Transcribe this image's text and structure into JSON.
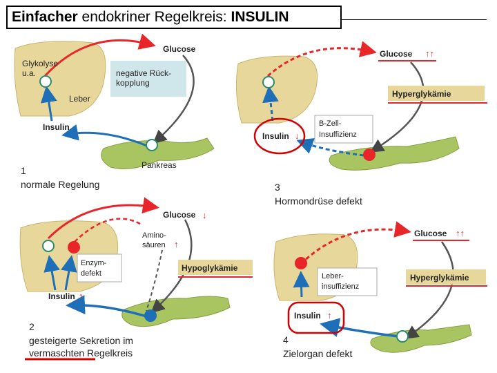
{
  "title": {
    "bold1": "Einfacher",
    "normal": " endokriner Regelkreis: ",
    "bold2": "INSULIN"
  },
  "panel1": {
    "number": "1",
    "caption": "normale Regelung",
    "glucose": "Glucose",
    "organ_label_1": "Glykolyse",
    "organ_label_2": "u.a.",
    "feedback_1": "negative Rück-",
    "feedback_2": "kopplung",
    "liver": "Leber",
    "insulin": "Insulin",
    "pancreas": "Pankreas"
  },
  "panel2": {
    "number": "2",
    "caption_1": "gesteigerte Sekretion im",
    "caption_2": "vermaschten Regelkreis",
    "glucose": "Glucose",
    "amino_1": "Amino-",
    "amino_2": "säuren",
    "enzyme_1": "Enzym-",
    "enzyme_2": "defekt",
    "state": "Hypoglykämie",
    "insulin": "Insulin"
  },
  "panel3": {
    "number": "3",
    "caption": "Hormondrüse defekt",
    "glucose": "Glucose",
    "state": "Hyperglykämie",
    "deficit_1": "B-Zell-",
    "deficit_2": "Insuffizienz",
    "insulin": "Insulin"
  },
  "panel4": {
    "number": "4",
    "caption": "Zielorgan defekt",
    "glucose": "Glucose",
    "state": "Hyperglykämie",
    "deficit_1": "Leber-",
    "deficit_2": "insuffizienz",
    "insulin": "Insulin"
  },
  "colors": {
    "red": "#e8262a",
    "blue": "#1e6fb8",
    "liver": "#e8d79a",
    "pancreas": "#a9c561",
    "highlight": "#d40000"
  }
}
